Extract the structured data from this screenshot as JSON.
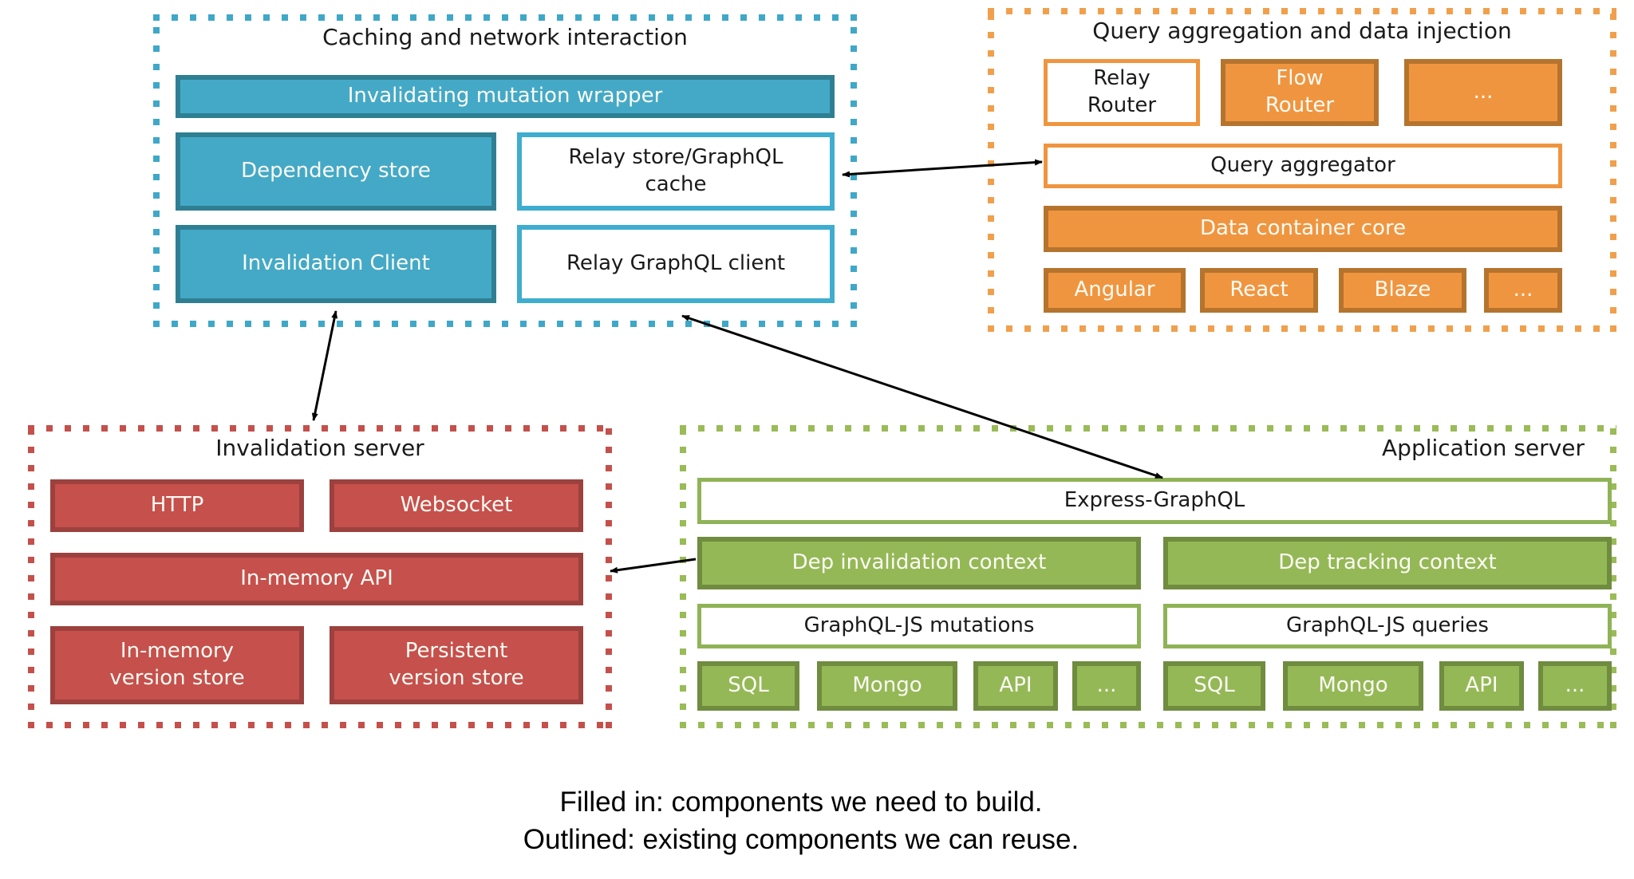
{
  "colors": {
    "teal_fill": "#44a9c7",
    "teal_dark_border": "#2f7f93",
    "teal_outline": "#3fadcf",
    "teal_dotted": "#3fa8c8",
    "orange_fill": "#f0953f",
    "orange_dark_border": "#b5742e",
    "orange_dotted": "#f0a04d",
    "red_fill": "#c6504c",
    "red_dark_border": "#9c413e",
    "red_dotted": "#c4504b",
    "green_fill": "#95b857",
    "green_dark_border": "#6f8c3f",
    "green_outline": "#8fb356",
    "green_dotted": "#9abb57",
    "arrow": "#000000"
  },
  "caching": {
    "title": "Caching and network interaction",
    "wrapper": "Invalidating mutation wrapper",
    "dependency_store": "Dependency store",
    "relay_cache": "Relay store/GraphQL cache",
    "invalidation_client": "Invalidation Client",
    "relay_client": "Relay GraphQL client"
  },
  "query_aggregation": {
    "title": "Query aggregation and data injection",
    "relay_router": "Relay Router",
    "flow_router": "Flow Router",
    "router_more": "...",
    "query_aggregator": "Query aggregator",
    "data_container_core": "Data container core",
    "angular": "Angular",
    "react": "React",
    "blaze": "Blaze",
    "frameworks_more": "..."
  },
  "invalidation_server": {
    "title": "Invalidation server",
    "http": "HTTP",
    "websocket": "Websocket",
    "in_memory_api": "In-memory API",
    "in_memory_version_store": "In-memory version store",
    "persistent_version_store": "Persistent version store"
  },
  "application_server": {
    "title": "Application server",
    "express_graphql": "Express-GraphQL",
    "dep_invalidation_context": "Dep invalidation context",
    "dep_tracking_context": "Dep tracking context",
    "graphql_js_mutations": "GraphQL-JS mutations",
    "graphql_js_queries": "GraphQL-JS queries",
    "mutations_sources": [
      "SQL",
      "Mongo",
      "API",
      "..."
    ],
    "queries_sources": [
      "SQL",
      "Mongo",
      "API",
      "..."
    ]
  },
  "legend": {
    "line1": "Filled in: components we need to build.",
    "line2": "Outlined: existing components we can reuse."
  }
}
